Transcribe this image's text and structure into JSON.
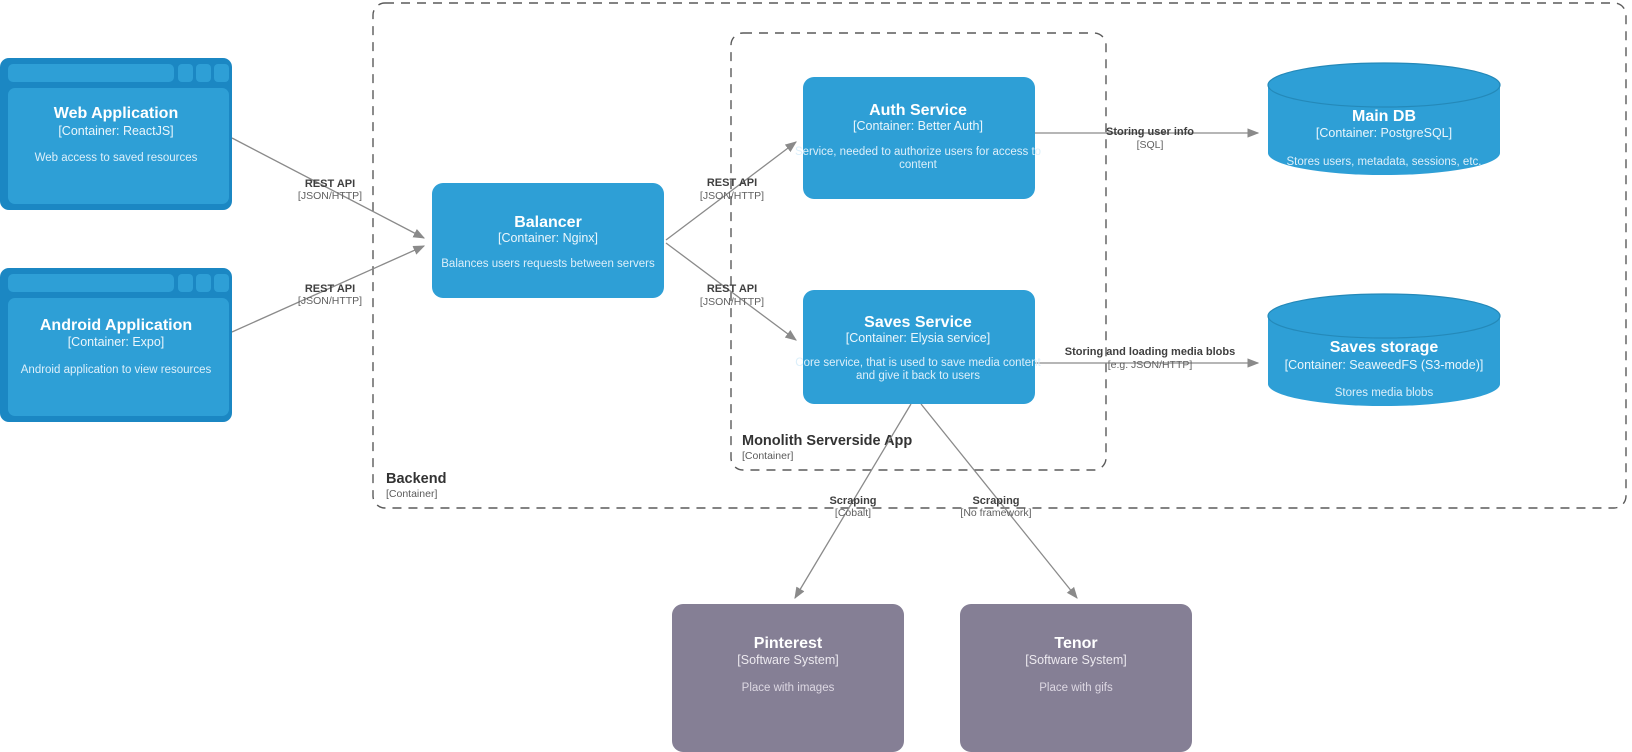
{
  "diagram": {
    "kind": "c4-container-diagram",
    "colors": {
      "container_fill": "#2e9fd6",
      "container_chrome": "#1b87c3",
      "external_fill": "#857f95",
      "boundary_stroke": "#5a5a5a",
      "relationship_stroke": "#8a8a8a",
      "background": "#ffffff"
    }
  },
  "boundaries": [
    {
      "id": "backend",
      "name": "Backend",
      "type": "[Container]"
    },
    {
      "id": "monolith",
      "name": "Monolith Serverside App",
      "type": "[Container]"
    }
  ],
  "elements": [
    {
      "id": "web-application",
      "shape": "browser",
      "name": "Web Application",
      "technology": "[Container: ReactJS]",
      "description": "Web access to saved resources"
    },
    {
      "id": "android-application",
      "shape": "browser",
      "name": "Android Application",
      "technology": "[Container: Expo]",
      "description": "Android application to view resources"
    },
    {
      "id": "balancer",
      "shape": "box",
      "name": "Balancer",
      "technology": "[Container: Nginx]",
      "description": "Balances users requests between servers"
    },
    {
      "id": "auth-service",
      "shape": "box",
      "name": "Auth Service",
      "technology": "[Container: Better Auth]",
      "description_line1": "Service, needed to authorize users for access to",
      "description_line2": "content"
    },
    {
      "id": "saves-service",
      "shape": "box",
      "name": "Saves Service",
      "technology": "[Container: Elysia service]",
      "description_line1": "Core service, that is used to save media content",
      "description_line2": "and give it back to users"
    },
    {
      "id": "main-db",
      "shape": "cylinder",
      "name": "Main DB",
      "technology": "[Container: PostgreSQL]",
      "description": "Stores users, metadata, sessions, etc."
    },
    {
      "id": "saves-storage",
      "shape": "cylinder",
      "name": "Saves storage",
      "technology": "[Container: SeaweedFS (S3-mode)]",
      "description": "Stores media blobs"
    },
    {
      "id": "pinterest",
      "shape": "external-box",
      "name": "Pinterest",
      "technology": "[Software System]",
      "description": "Place with images"
    },
    {
      "id": "tenor",
      "shape": "external-box",
      "name": "Tenor",
      "technology": "[Software System]",
      "description": "Place with gifs"
    }
  ],
  "relationships": [
    {
      "id": "web-to-balancer",
      "from": "web-application",
      "to": "balancer",
      "label": "REST API",
      "technology": "[JSON/HTTP]"
    },
    {
      "id": "android-to-balancer",
      "from": "android-application",
      "to": "balancer",
      "label": "REST API",
      "technology": "[JSON/HTTP]"
    },
    {
      "id": "balancer-to-auth",
      "from": "balancer",
      "to": "auth-service",
      "label": "REST API",
      "technology": "[JSON/HTTP]"
    },
    {
      "id": "balancer-to-saves",
      "from": "balancer",
      "to": "saves-service",
      "label": "REST API",
      "technology": "[JSON/HTTP]"
    },
    {
      "id": "auth-to-main-db",
      "from": "auth-service",
      "to": "main-db",
      "label": "Storing user info",
      "technology": "[SQL]"
    },
    {
      "id": "saves-to-storage",
      "from": "saves-service",
      "to": "saves-storage",
      "label": "Storing and loading media blobs",
      "technology": "[e.g. JSON/HTTP]"
    },
    {
      "id": "saves-to-pinterest",
      "from": "saves-service",
      "to": "pinterest",
      "label": "Scraping",
      "technology": "[Cobalt]"
    },
    {
      "id": "saves-to-tenor",
      "from": "saves-service",
      "to": "tenor",
      "label": "Scraping",
      "technology": "[No framework]"
    }
  ]
}
